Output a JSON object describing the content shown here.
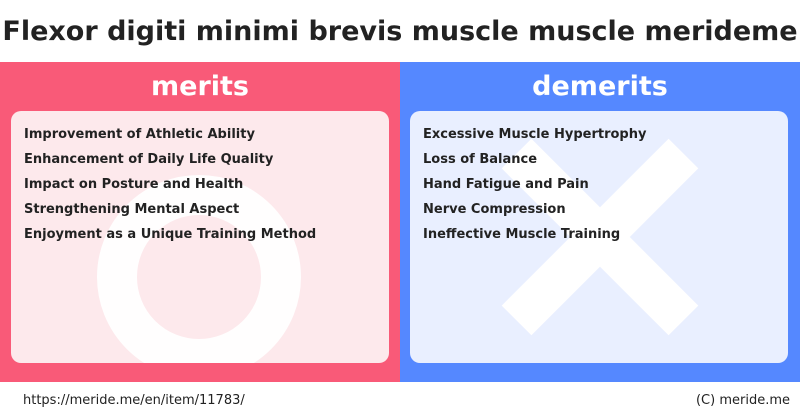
{
  "title": "Flexor digiti minimi brevis muscle muscle merideme",
  "merits": {
    "header": "merits",
    "accent_color": "#f95a78",
    "background_icon": "circle-icon",
    "items": [
      "Improvement of Athletic Ability",
      "Enhancement of Daily Life Quality",
      "Impact on Posture and Health",
      "Strengthening Mental Aspect",
      "Enjoyment as a Unique Training Method"
    ]
  },
  "demerits": {
    "header": "demerits",
    "accent_color": "#5588ff",
    "background_icon": "cross-icon",
    "items": [
      "Excessive Muscle Hypertrophy",
      "Loss of Balance",
      "Hand Fatigue and Pain",
      "Nerve Compression",
      "Ineffective Muscle Training"
    ]
  },
  "footer": {
    "url": "https://meride.me/en/item/11783/",
    "copyright": "(C) meride.me"
  }
}
